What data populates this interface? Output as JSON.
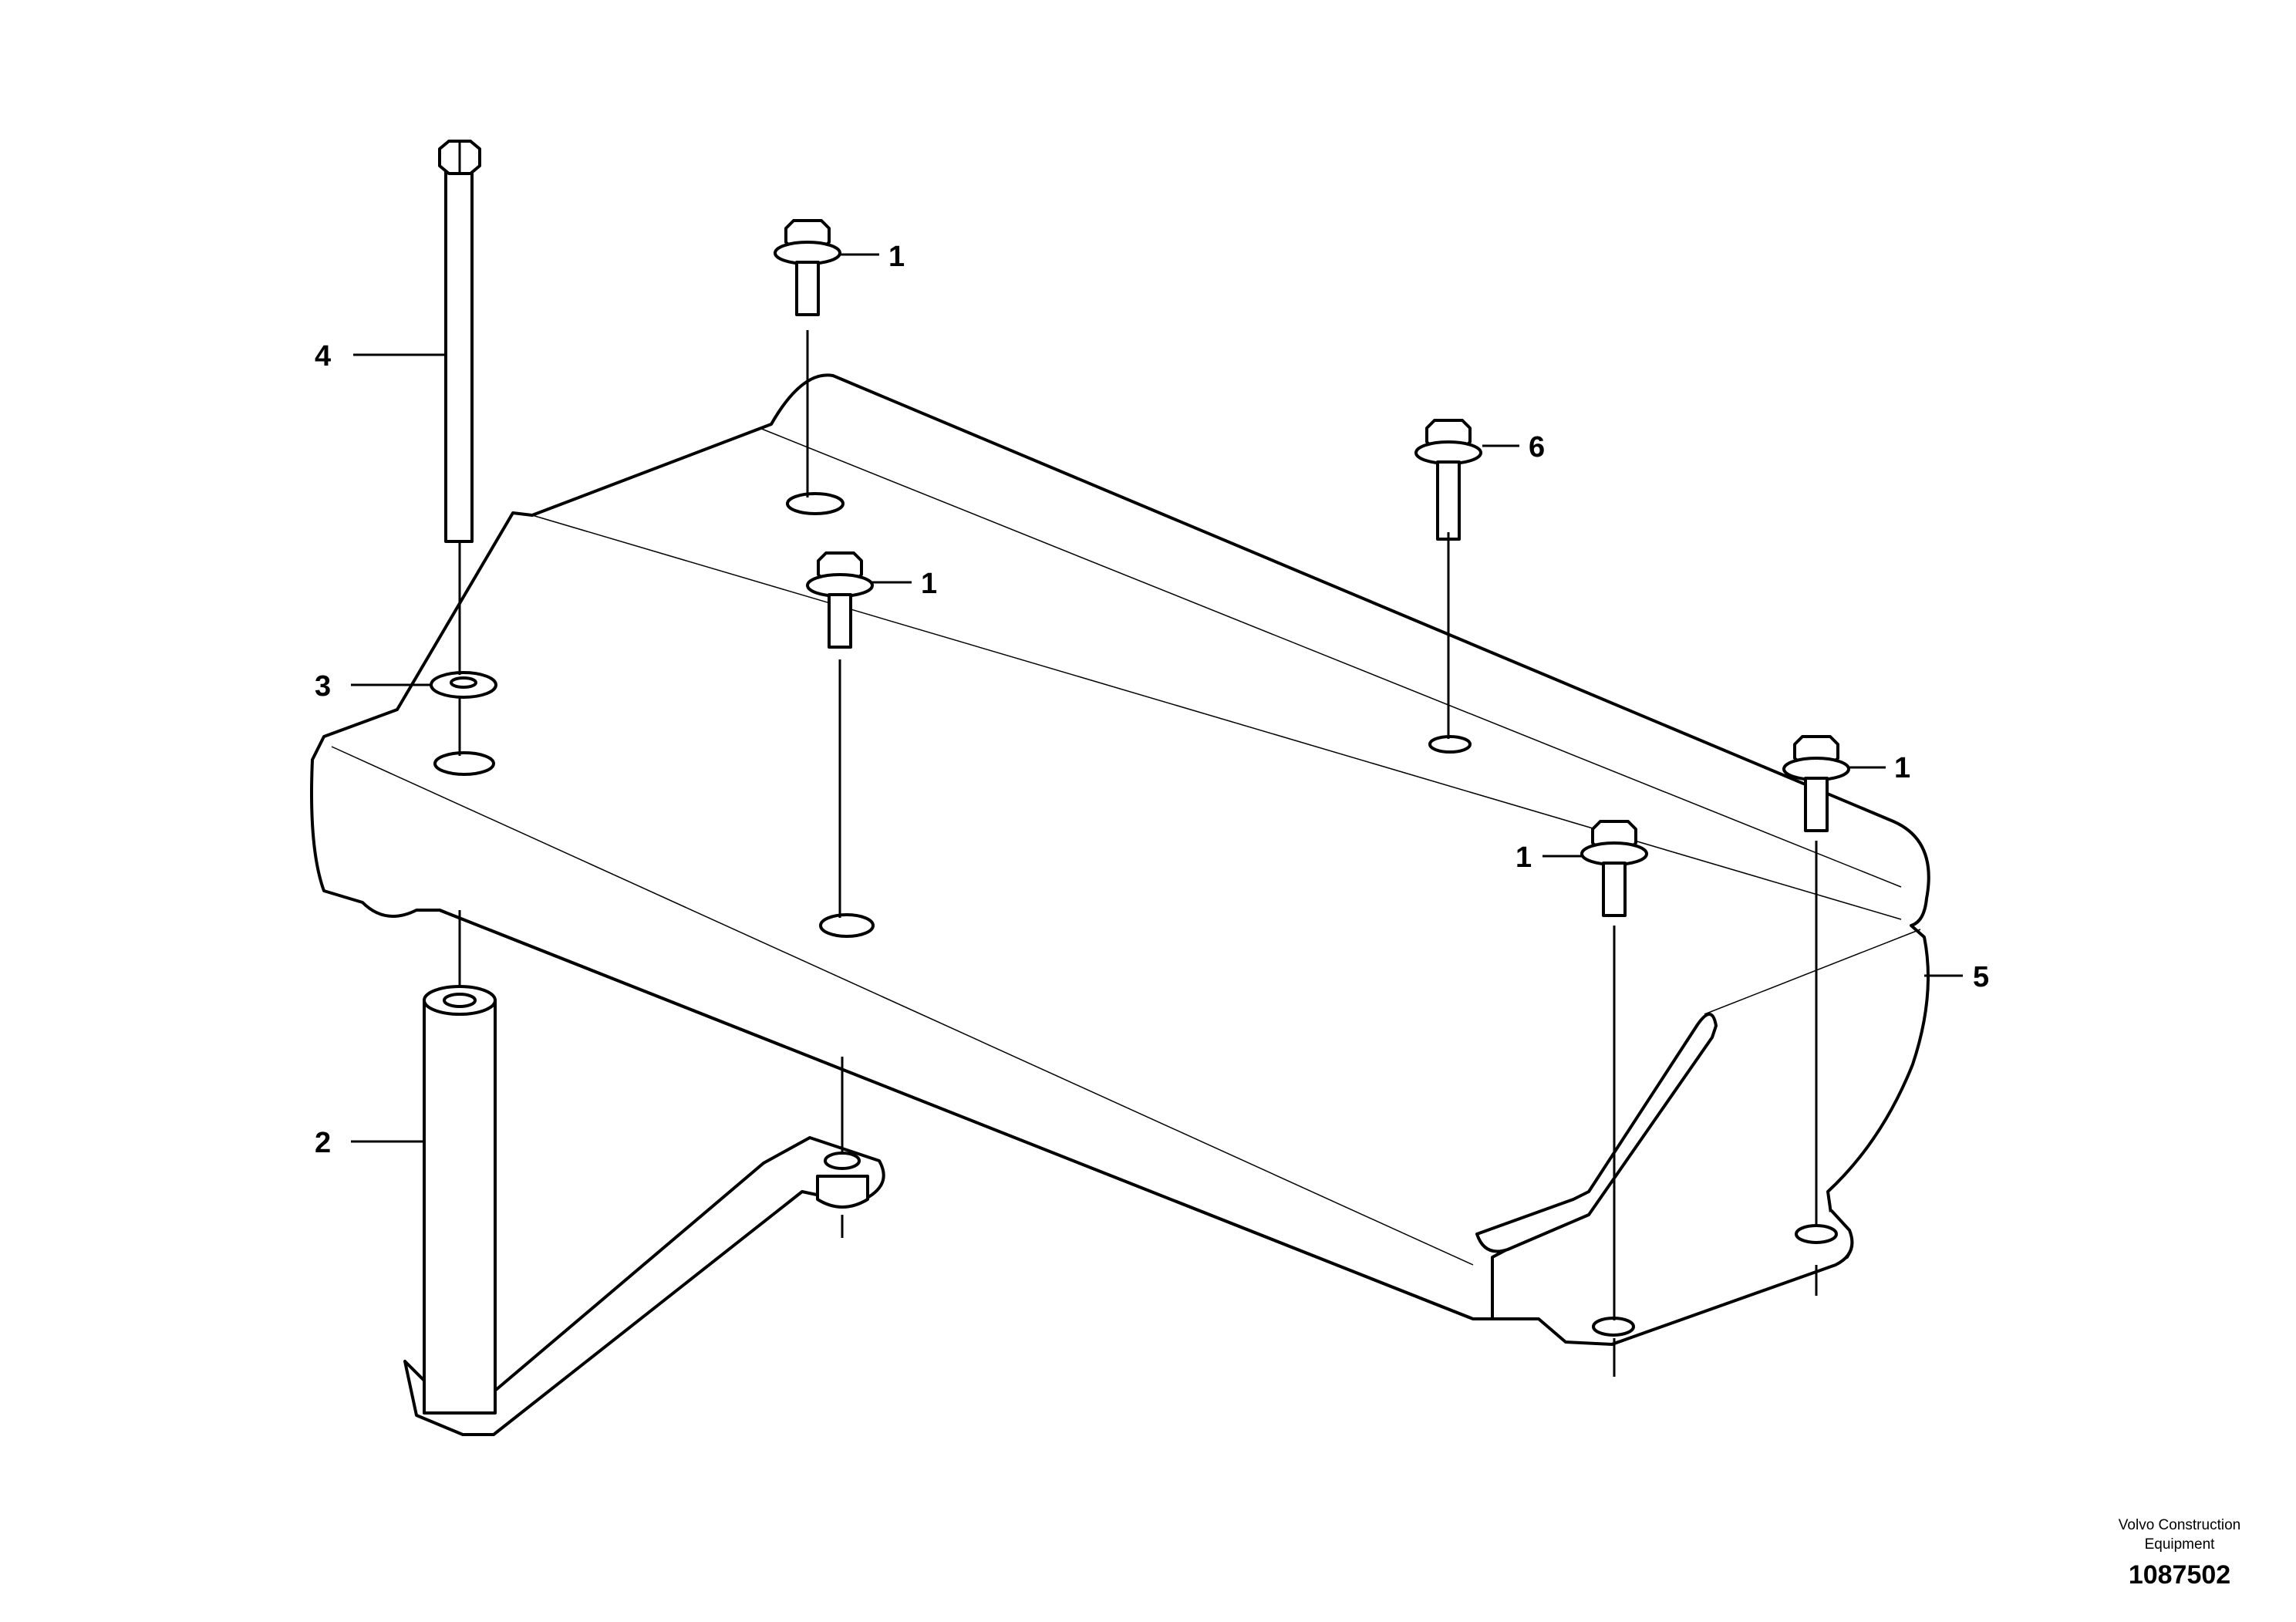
{
  "diagram": {
    "callouts": {
      "c1a": "1",
      "c1b": "1",
      "c1c": "1",
      "c1d": "1",
      "c2": "2",
      "c3": "3",
      "c4": "4",
      "c5": "5",
      "c6": "6"
    },
    "company_line1": "Volvo Construction",
    "company_line2": "Equipment",
    "document_number": "1087502"
  }
}
